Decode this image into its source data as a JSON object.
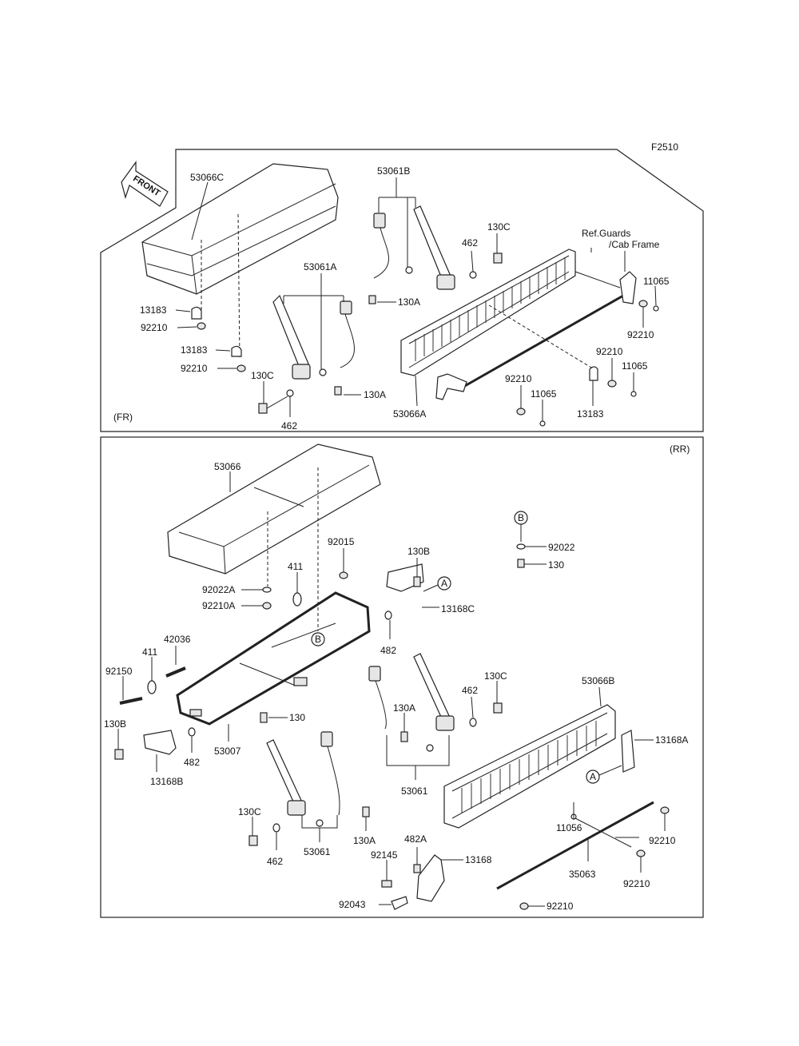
{
  "figure_code": "F2510",
  "front_arrow_label": "FRONT",
  "ref_note_line1": "Ref.Guards",
  "ref_note_line2": "/Cab Frame",
  "panel_fr": {
    "tag": "(FR)",
    "labels": {
      "seat": "53066C",
      "belt_b": "53061B",
      "belt_a": "53061A",
      "bolt_c_top": "130C",
      "washer_top": "462",
      "bolt_a_top": "130A",
      "clamp_1": "13183",
      "nut_1": "92210",
      "clamp_2": "13183",
      "nut_2": "92210",
      "bolt_c_bot": "130C",
      "washer_bot": "462",
      "bolt_a_bot": "130A",
      "backrest": "53066A",
      "cap_r1": "11065",
      "nut_r1": "92210",
      "nut_r2": "92210",
      "cap_r2": "11065",
      "nut_r3": "92210",
      "cap_r3": "11065",
      "clamp_r": "13183"
    }
  },
  "panel_rr": {
    "tag": "(RR)",
    "labels": {
      "seat": "53066",
      "b_washer": "92022",
      "b_bolt": "130",
      "nut_92015": "92015",
      "washer_92022a": "92022A",
      "washer_411": "411",
      "nut_92210a": "92210A",
      "bolt_130b_top": "130B",
      "bracket_13168c": "13168C",
      "washer_482_top": "482",
      "pin_42036": "42036",
      "washer_411_left": "411",
      "bolt_92150": "92150",
      "bolt_130_mid": "130",
      "bolt_130b_left": "130B",
      "washer_482_left": "482",
      "frame_53007": "53007",
      "bracket_13168b": "13168B",
      "bolt_130a_mid": "130A",
      "washer_462_mid": "462",
      "bolt_130c_mid": "130C",
      "belt_53061_mid": "53061",
      "backrest_53066b": "53066B",
      "bracket_13168a": "13168A",
      "cap_11056": "11056",
      "nut_92210_r1": "92210",
      "rod_35063": "35063",
      "nut_92210_r2": "92210",
      "bolt_130c_bot": "130C",
      "washer_462_bot": "462",
      "belt_53061_bot": "53061",
      "bolt_130a_bot": "130A",
      "washer_482a": "482A",
      "bolt_92145": "92145",
      "bracket_13168": "13168",
      "bolt_92043": "92043",
      "nut_92210_bot": "92210"
    },
    "callout_a": "A",
    "callout_b": "B"
  }
}
